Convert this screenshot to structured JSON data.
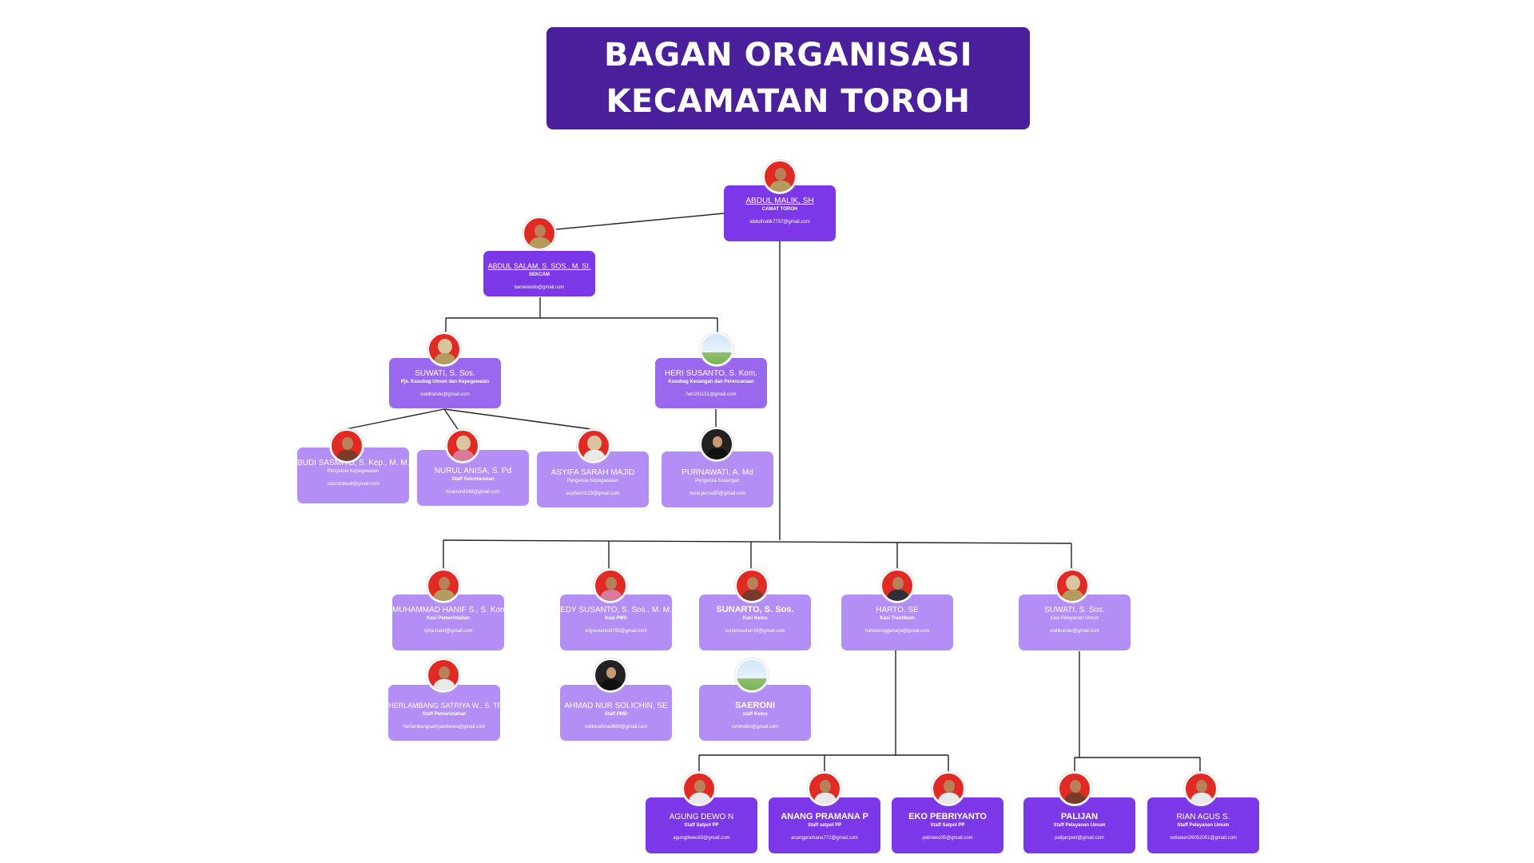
{
  "title": {
    "line1": "BAGAN ORGANISASI",
    "line2": "KECAMATAN TOROH"
  },
  "colors": {
    "title_bg": "#4a1f9b",
    "node_light": "#b28ef5",
    "node_mid": "#9a68ef",
    "node_dark": "#7c38e8",
    "avatar_bg": "#e02a23",
    "line": "#222222"
  },
  "nodes": {
    "camat": {
      "name": "ABDUL MALIK, SH",
      "role": "CAMAT TOROH",
      "email": "abdulmalik7737@gmail.com",
      "icon": "person-avatar-icon"
    },
    "sekcam": {
      "name": "ABDUL SALAM, S. SOS., M. SI.",
      "role": "SEKCAM",
      "email": "banielando@gmail.com",
      "icon": "person-avatar-icon"
    },
    "suwati1": {
      "name": "SUWATI, S. Sos.",
      "role": "Pjs. Kasubag Umum dan Kepegawaian",
      "email": "watiksindu@gmail.com",
      "icon": "person-avatar-icon"
    },
    "heri": {
      "name": "HERI SUSANTO, S. Kom.",
      "role": "Kasubag Keuangan dan Perencanaan",
      "email": "heri201151@gmail.com",
      "icon": "landscape-placeholder-icon"
    },
    "budi": {
      "name": "BUDI SASMITO, S. Kep., M. M.",
      "role": "Pengelola Kepegawaian",
      "email": "sasmitobudi@gmail.com",
      "icon": "person-avatar-icon"
    },
    "nurul": {
      "name": "NURUL ANISA, S. Pd",
      "role": "Staff Sekretariatan",
      "email": "nisanurul348@gmail.com",
      "icon": "person-avatar-icon"
    },
    "asyifa": {
      "name": "ASYIFA SARAH MAJID",
      "role": "Pengelola Kepegawaian",
      "email": "asyifasm123@gmail.com",
      "icon": "person-avatar-icon"
    },
    "purnawati": {
      "name": "PURNAWATI, A. Md",
      "role": "Pengelola Keuangan",
      "email": "nunu.purna90@gmail.com",
      "icon": "person-avatar-icon"
    },
    "hanif": {
      "name": "MUHAMMAD HANIF S., S. Kom",
      "role": "Kasi Pemerintahan",
      "email": "spha.hanif@gmail.com",
      "icon": "person-avatar-icon"
    },
    "edy": {
      "name": "EDY SUSANTO, S. Sos., M. M.",
      "role": "Kasi PMD",
      "email": "edysusanto8765@gmail.com",
      "icon": "person-avatar-icon"
    },
    "sunarto": {
      "name": "SUNARTO, S. Sos.",
      "role": "Kasi Kesra",
      "email": "sunartosunar10@gmail.com",
      "icon": "person-avatar-icon"
    },
    "harto": {
      "name": "HARTO, SE",
      "role": "Kasi Trantibum",
      "email": "hartotoroggaharja@gmail.com",
      "icon": "person-avatar-icon"
    },
    "suwati2": {
      "name": "SUWATI, S. Sos.",
      "role": "Kasi Pelayanan Umum",
      "email": "watiksindu@gmail.com",
      "icon": "person-avatar-icon"
    },
    "herlambang": {
      "name": "HERLAMBANG SATRIYA W., S. TP",
      "role": "Staff Pemerintahan",
      "email": "herlambangsatriyawibowo@gmail.com",
      "icon": "person-avatar-icon"
    },
    "ahmad": {
      "name": "AHMAD NUR SOLICHIN, SE",
      "role": "Staff PMD",
      "email": "solikinahmad689@gmail.com",
      "icon": "person-avatar-icon"
    },
    "saeroni": {
      "name": "SAERONI",
      "role": "staff Kesra",
      "email": "ronimobo@gmail.com",
      "icon": "landscape-placeholder-icon"
    },
    "agung": {
      "name": "AGUNG DEWO N",
      "role": "Staff Satpol PP",
      "email": "agungdewo93@gmail.com",
      "icon": "person-avatar-icon"
    },
    "anang": {
      "name": "ANANG PRAMANA P",
      "role": "Staff satpol PP",
      "email": "anangpramana772@gmail.com",
      "icon": "person-avatar-icon"
    },
    "eko": {
      "name": "EKO PEBRIYANTO",
      "role": "Staff Satpol PP",
      "email": "pebrieko05@gmail.com",
      "icon": "person-avatar-icon"
    },
    "palijan": {
      "name": "PALIJAN",
      "role": "Staff Pelayanan Umum",
      "email": "palijanpwd@gmail.com",
      "icon": "person-avatar-icon"
    },
    "rian": {
      "name": "RIAN AGUS S.",
      "role": "Staff Pelayanan Umum",
      "email": "setiawan26052001@gmail.com",
      "icon": "person-avatar-icon"
    }
  }
}
